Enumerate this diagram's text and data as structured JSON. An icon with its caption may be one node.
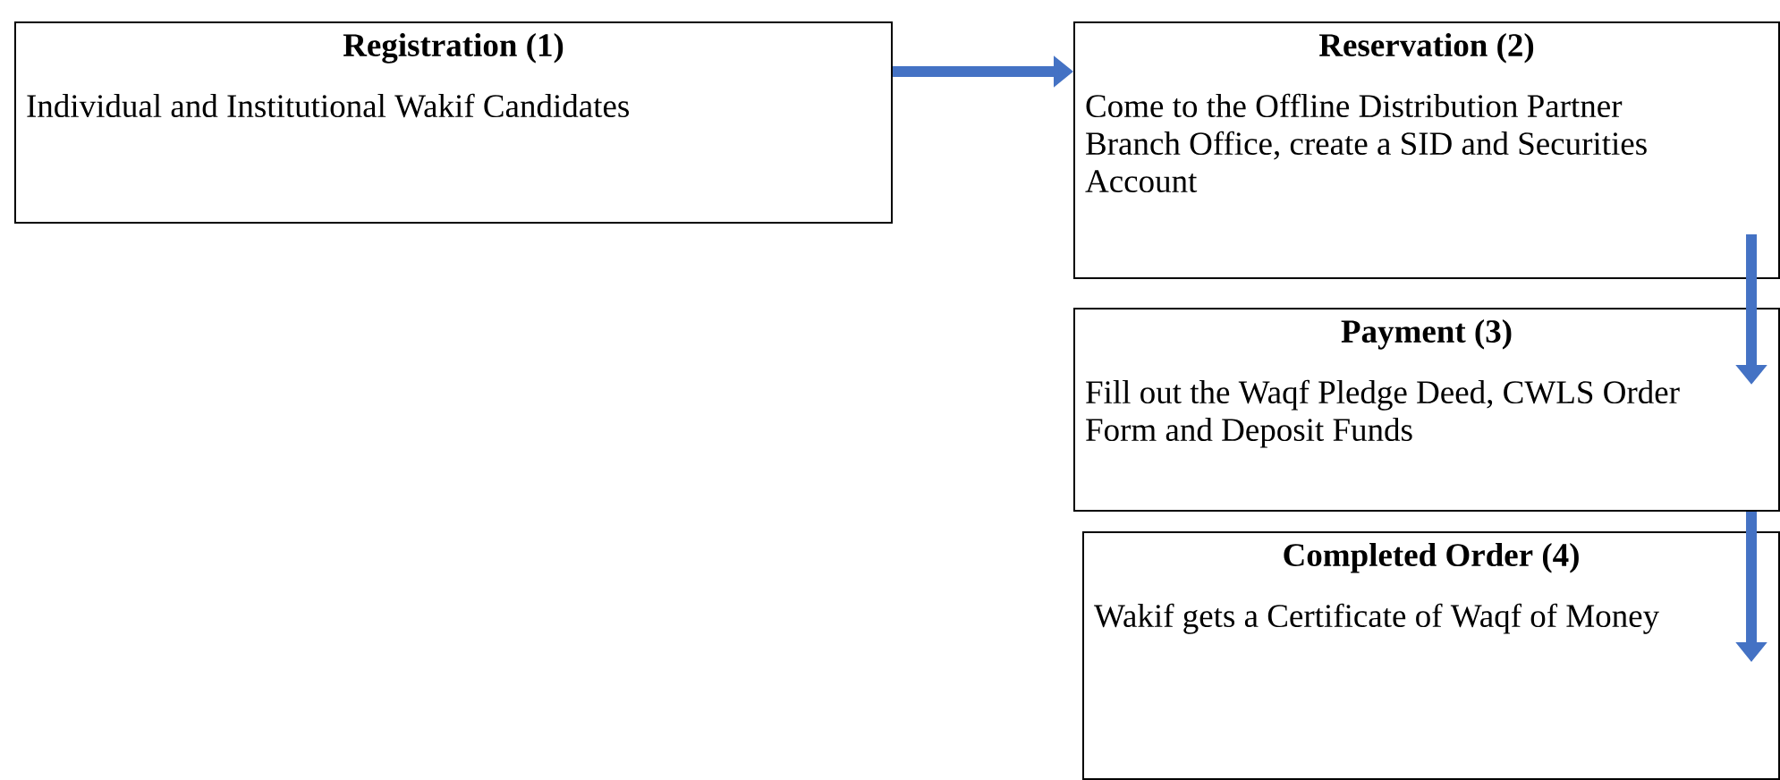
{
  "diagram": {
    "nodes": [
      {
        "text": [
          "Registration (1)",
          "Individual and Institutional Wakif Candidates"
        ]
      },
      {
        "text": [
          "Reservation (2)",
          "Come to the Offline Distribution Partner Branch Office, create a SID and Securities Account"
        ]
      },
      {
        "text": [
          "Payment (3)",
          "Fill out the Waqf Pledge Deed, CWLS Order Form and Deposit Funds"
        ]
      },
      {
        "text": [
          "Completed Order (4)",
          "Wakif gets a Certificate of Waqf of Money"
        ]
      }
    ],
    "edges": [
      {
        "from": 0,
        "to": 1,
        "arrow": "to"
      },
      {
        "from": 1,
        "to": 2,
        "arrow": "to"
      },
      {
        "from": 2,
        "to": 3,
        "arrow": "to"
      }
    ]
  }
}
